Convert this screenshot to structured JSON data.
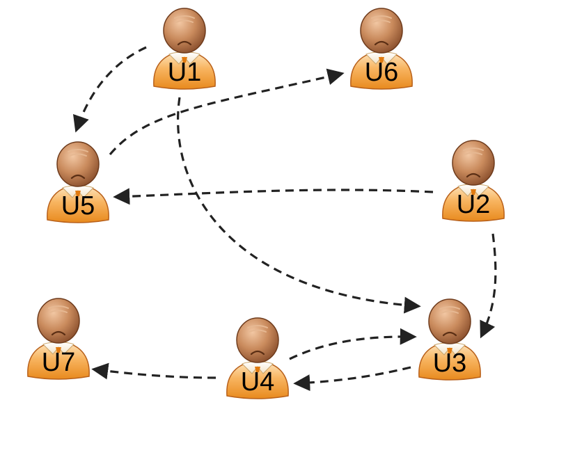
{
  "diagram": {
    "nodes": [
      {
        "id": "U1",
        "label": "U1"
      },
      {
        "id": "U2",
        "label": "U2"
      },
      {
        "id": "U3",
        "label": "U3"
      },
      {
        "id": "U4",
        "label": "U4"
      },
      {
        "id": "U5",
        "label": "U5"
      },
      {
        "id": "U6",
        "label": "U6"
      },
      {
        "id": "U7",
        "label": "U7"
      }
    ],
    "edges": [
      {
        "from": "U1",
        "to": "U5"
      },
      {
        "from": "U5",
        "to": "U6"
      },
      {
        "from": "U1",
        "to": "U3"
      },
      {
        "from": "U2",
        "to": "U5"
      },
      {
        "from": "U2",
        "to": "U3"
      },
      {
        "from": "U4",
        "to": "U3"
      },
      {
        "from": "U3",
        "to": "U4"
      },
      {
        "from": "U4",
        "to": "U7"
      }
    ],
    "icon": "user-avatar-icon",
    "colors": {
      "head": "#c98a5c",
      "body": "#f6a346",
      "edge": "#222222"
    }
  }
}
